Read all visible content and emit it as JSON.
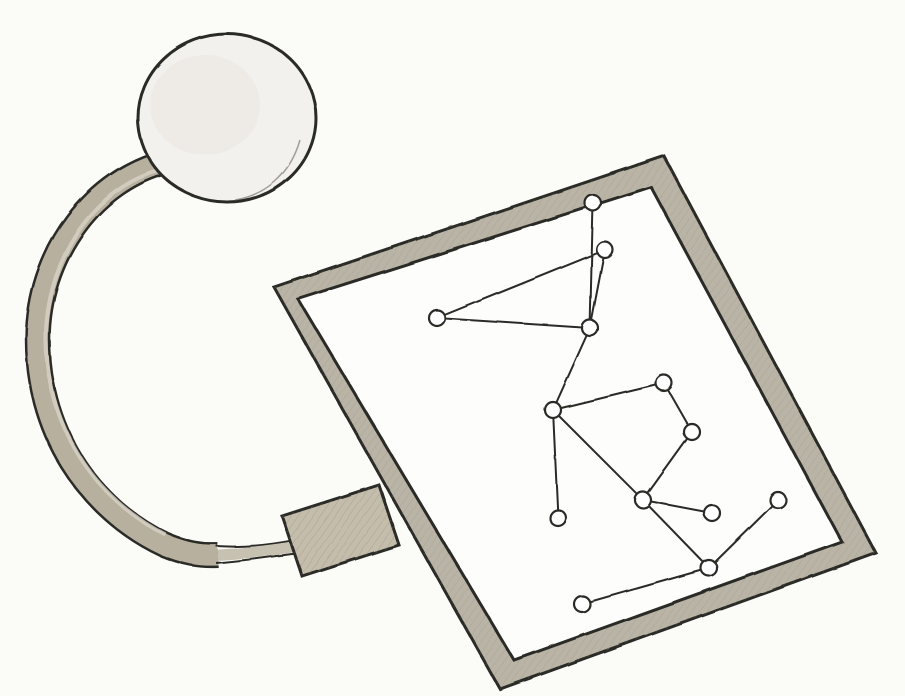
{
  "colors": {
    "paper": "#fbfbf8",
    "pencil": "#2a2a26",
    "frame_fill": "#b9b4a6",
    "cable_fill": "#b7b09f",
    "ball_fill": "#f3f1ee",
    "screen_fill": "#fdfdfb",
    "node_fill": "#ffffff"
  },
  "icons": {
    "ball": "sphere-icon",
    "cable": "bent-tube-icon",
    "connector": "plug-icon",
    "panel": "framed-screen-icon",
    "graph": "network-graph-icon"
  },
  "graph": {
    "nodes": [
      "n1",
      "n2",
      "n3",
      "n4",
      "n5",
      "n6",
      "n7",
      "n8",
      "n9",
      "n10",
      "n11",
      "n12",
      "n13"
    ],
    "edges": [
      [
        "n1",
        "n3"
      ],
      [
        "n1",
        "n2"
      ],
      [
        "n2",
        "n3"
      ],
      [
        "n4",
        "n3"
      ],
      [
        "n3",
        "n6"
      ],
      [
        "n6",
        "n5"
      ],
      [
        "n5",
        "n7"
      ],
      [
        "n7",
        "n9"
      ],
      [
        "n6",
        "n9"
      ],
      [
        "n6",
        "n8"
      ],
      [
        "n9",
        "n10"
      ],
      [
        "n9",
        "n12"
      ],
      [
        "n12",
        "n11"
      ],
      [
        "n12",
        "n13"
      ]
    ]
  }
}
